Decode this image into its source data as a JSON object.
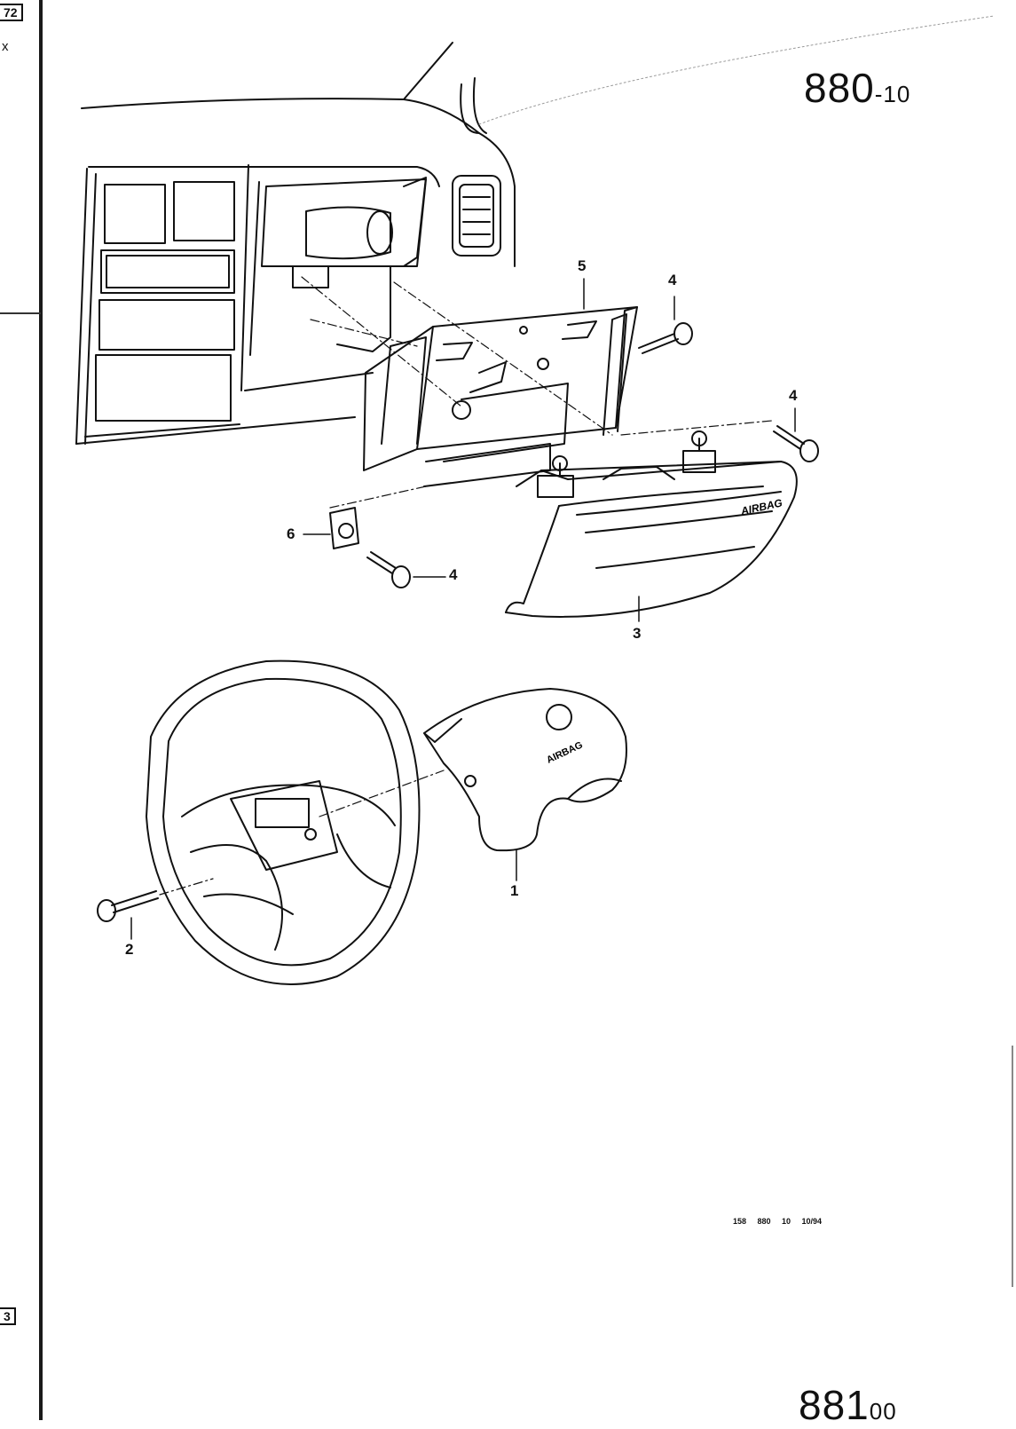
{
  "sheet": {
    "page_number_top": "880",
    "page_suffix_top": "-10",
    "page_number_bottom": "881",
    "page_suffix_bottom": "00",
    "footer_code": "158 880 10 10/94",
    "margin_box_top": "72",
    "margin_letter": "x",
    "margin_box_bottom": "3"
  },
  "callouts": [
    "1",
    "2",
    "3",
    "4",
    "4",
    "4",
    "5",
    "6"
  ],
  "labels": {
    "airbag_module_text": "AIRBAG",
    "passenger_airbag_text": "AIRBAG"
  }
}
